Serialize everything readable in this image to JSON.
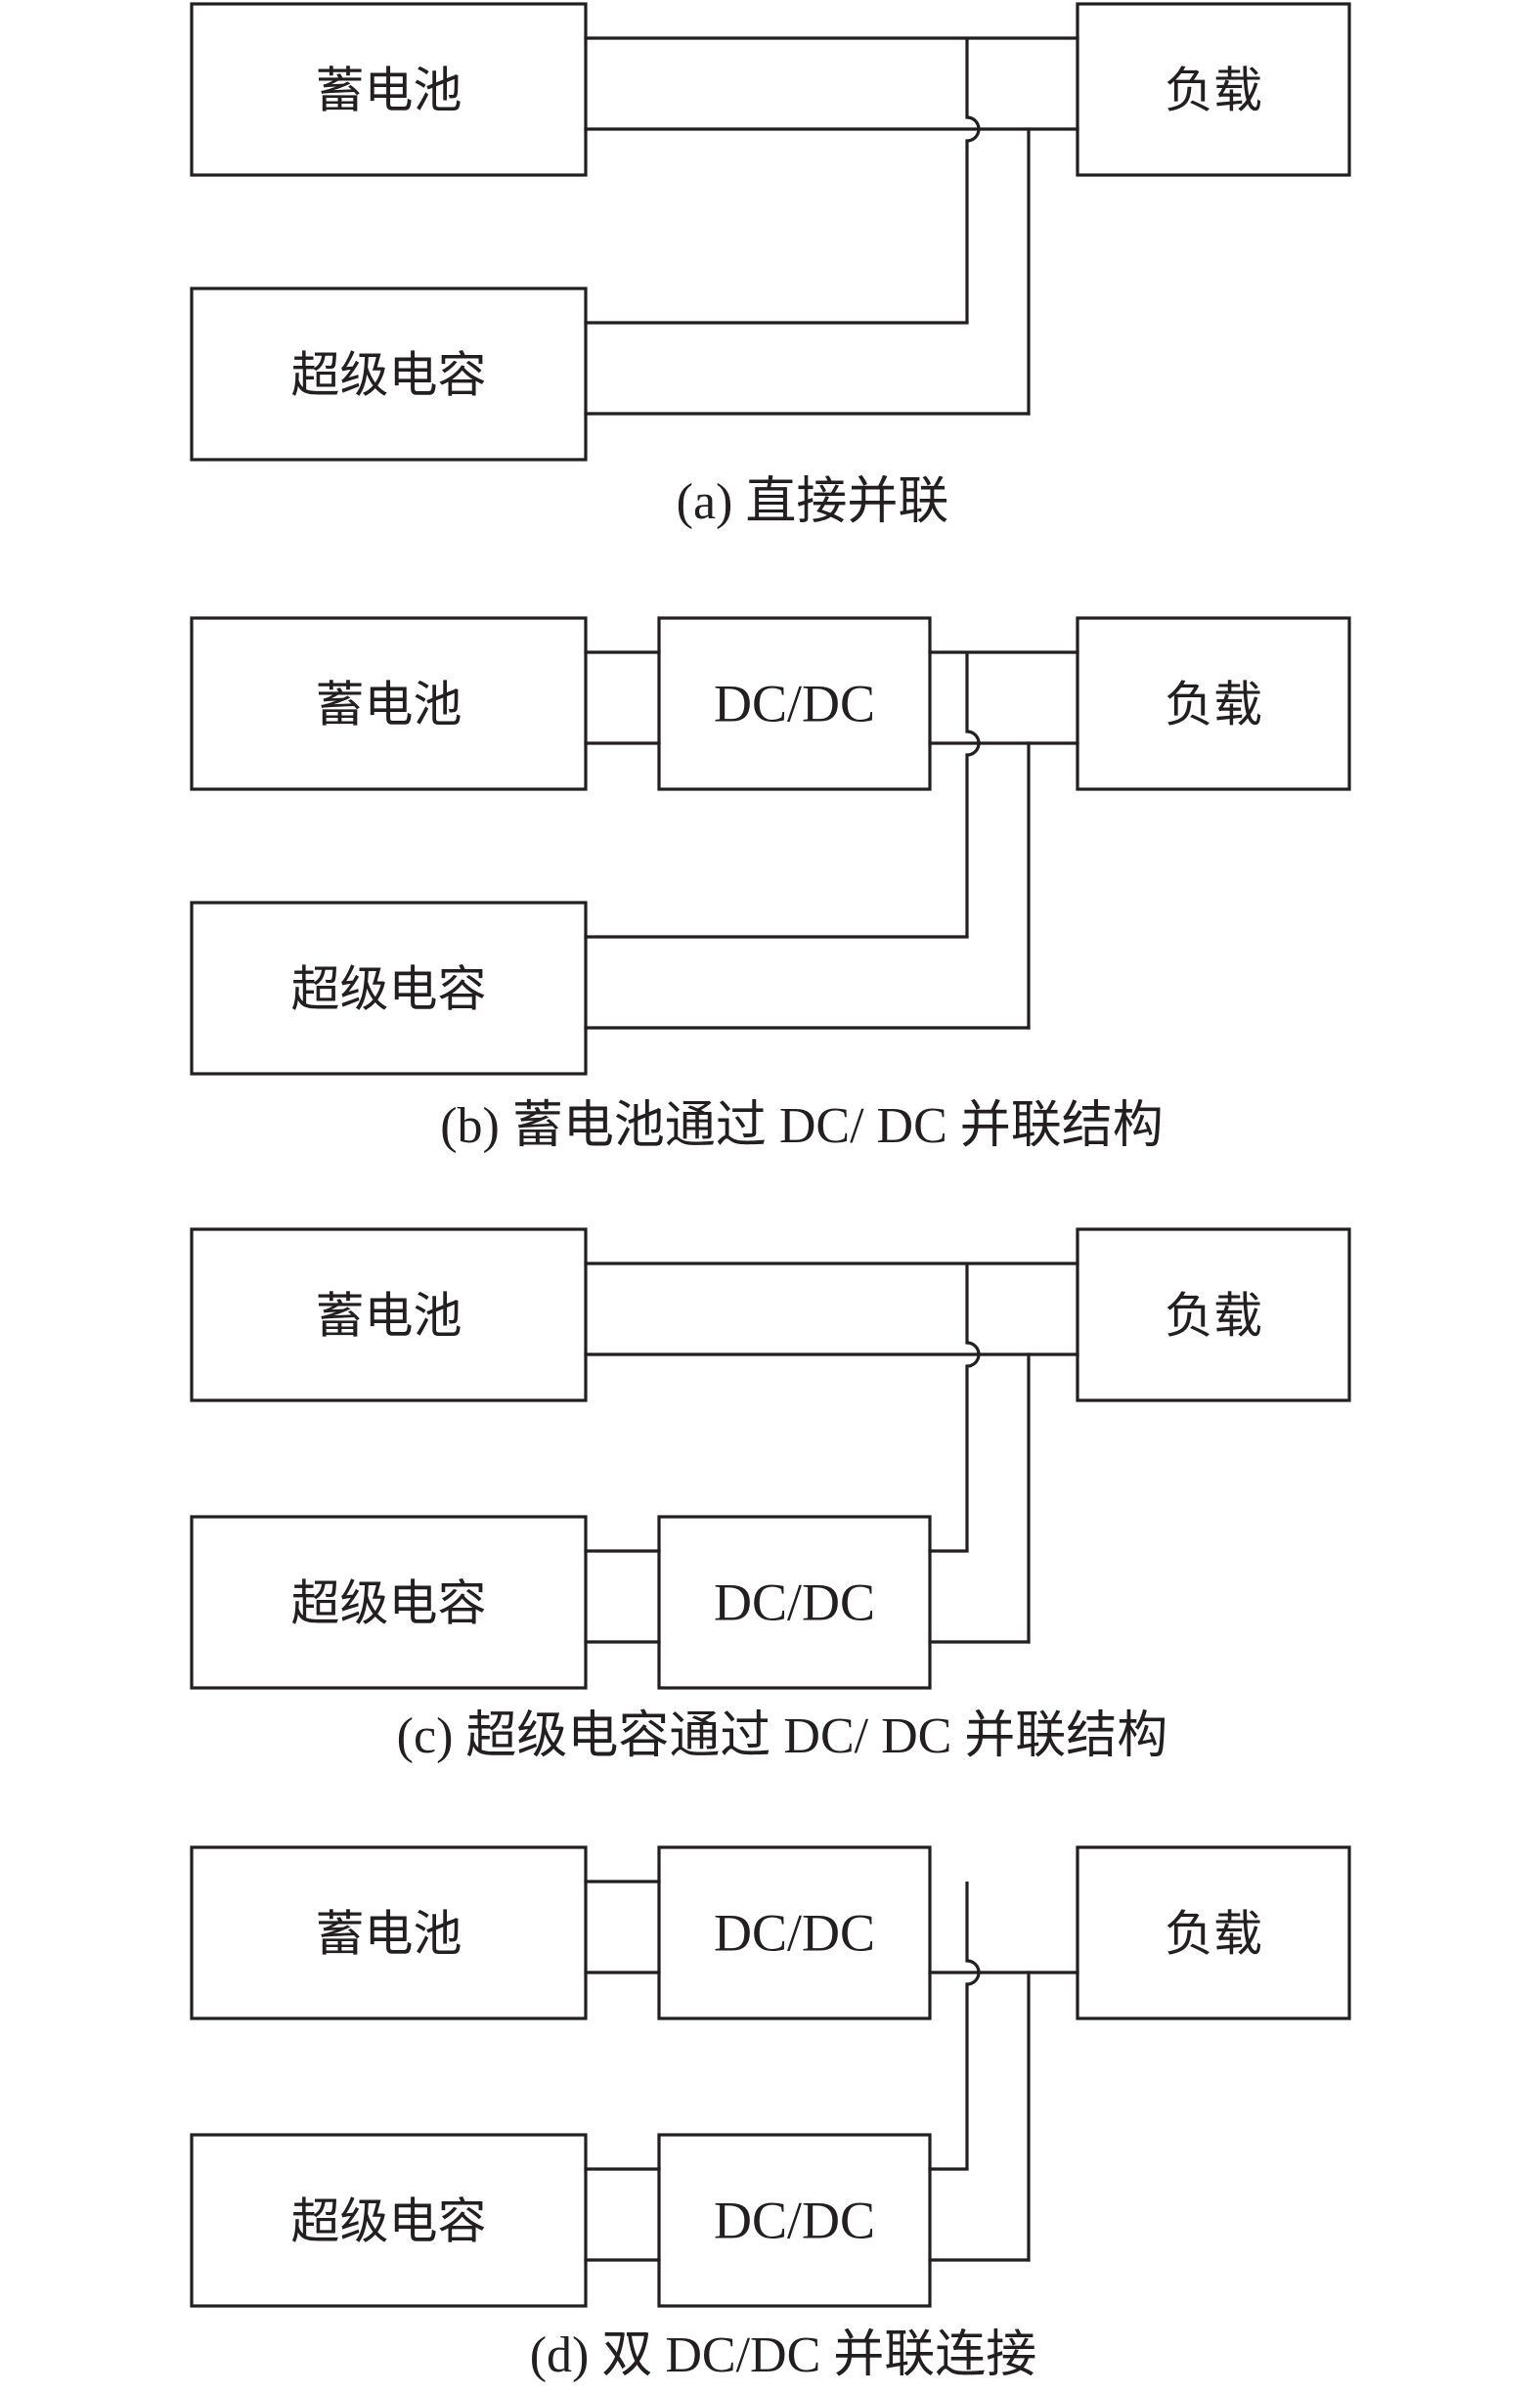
{
  "figure": {
    "panels": [
      {
        "id": "a",
        "caption": "(a) 直接并联",
        "battery_label": "蓄电池",
        "supercap_label": "超级电容",
        "load_label": "负载",
        "battery_dcdc_label": null,
        "supercap_dcdc_label": null
      },
      {
        "id": "b",
        "caption": "(b) 蓄电池通过 DC/ DC 并联结构",
        "battery_label": "蓄电池",
        "supercap_label": "超级电容",
        "load_label": "负载",
        "battery_dcdc_label": "DC/DC",
        "supercap_dcdc_label": null
      },
      {
        "id": "c",
        "caption": "(c) 超级电容通过 DC/ DC 并联结构",
        "battery_label": "蓄电池",
        "supercap_label": "超级电容",
        "load_label": "负载",
        "battery_dcdc_label": null,
        "supercap_dcdc_label": "DC/DC"
      },
      {
        "id": "d",
        "caption": "(d) 双 DC/DC 并联连接",
        "battery_label": "蓄电池",
        "supercap_label": "超级电容",
        "load_label": "负载",
        "battery_dcdc_label": "DC/DC",
        "supercap_dcdc_label": "DC/DC",
        "battery_top_wire_to_load": false
      }
    ]
  }
}
